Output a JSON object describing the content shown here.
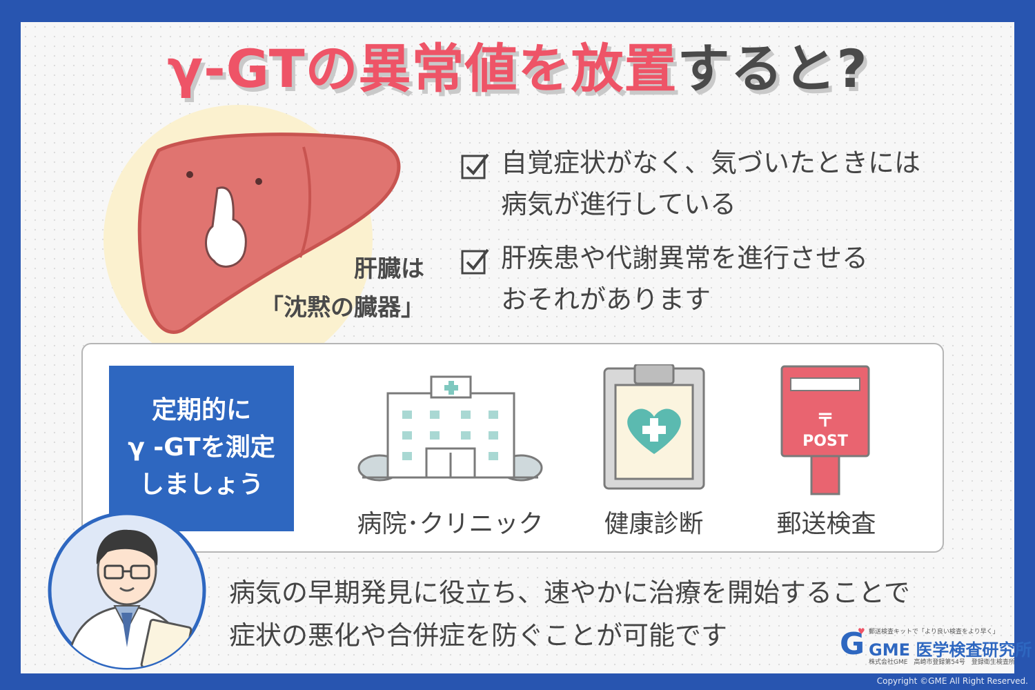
{
  "title": {
    "part1": "γ-GTの異常値を放置",
    "part2": "すると?"
  },
  "liver": {
    "caption_line1": "肝臓は",
    "caption_line2": "「沈黙の臓器」"
  },
  "checks": [
    {
      "line1": "自覚症状がなく、気づいたときには",
      "line2": "病気が進行している"
    },
    {
      "line1": "肝疾患や代謝異常を進行させる",
      "line2": "おそれがあります"
    }
  ],
  "measure": {
    "line1": "定期的に",
    "line2": "γ -GTを測定",
    "line3": "しましょう"
  },
  "options": [
    {
      "label": "病院･クリニック",
      "icon": "hospital-icon"
    },
    {
      "label": "健康診断",
      "icon": "clipboard-heart-icon"
    },
    {
      "label": "郵送検査",
      "icon": "post-box-icon"
    }
  ],
  "post_label": "POST",
  "post_mark": "〒",
  "bottom": {
    "line1": "病気の早期発見に役立ち、速やかに治療を開始することで",
    "line2": "症状の悪化や合併症を防ぐことが可能です"
  },
  "logo": {
    "tagline": "郵送検査キットで「より良い検査をより早く」",
    "letter": "G",
    "name": "GME 医学検査研究所",
    "sub": "株式会社GME　高崎市登録第54号　登録衛生検査所"
  },
  "copyright": "Copyright ©GME All Right Reserved.",
  "colors": {
    "frame": "#2855b0",
    "accent_red": "#ee5467",
    "blue_box": "#2e67c0",
    "liver": "#e07470",
    "text": "#444444"
  }
}
